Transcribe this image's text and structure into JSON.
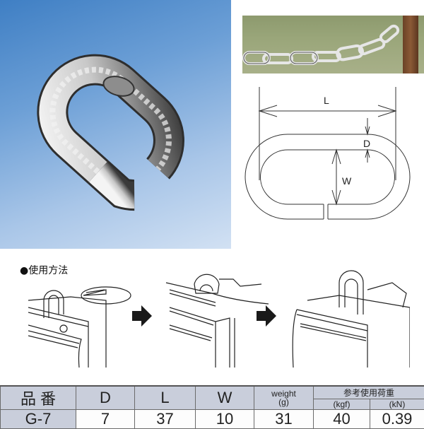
{
  "product_photo": {
    "subject": "c-link-chain-connector",
    "background_color": "#6c9fd6"
  },
  "chain_photo": {
    "subject": "chain-on-wooden-post"
  },
  "dimension_diagram": {
    "labels": {
      "length": "L",
      "diameter": "D",
      "width": "W"
    }
  },
  "usage": {
    "title": "●使用方法",
    "steps": [
      {
        "name": "step-1-open-link"
      },
      {
        "name": "step-2-hook-and-close"
      },
      {
        "name": "step-3-fastened"
      }
    ],
    "arrow_icon": "right-arrow"
  },
  "spec_table": {
    "headers": {
      "model": "品 番",
      "d": "D",
      "l": "L",
      "w": "W",
      "weight": "weight",
      "weight_unit": "(g)",
      "load_group": "参考使用荷重",
      "load_kgf": "(kgf)",
      "load_kn": "(kN)"
    },
    "rows": [
      {
        "model": "G-7",
        "d": "7",
        "l": "37",
        "w": "10",
        "weight": "31",
        "kgf": "40",
        "kn": "0.39"
      }
    ]
  },
  "colors": {
    "header_bg": "#c9cedb",
    "border": "#6b6b6b",
    "photo_blue": "#3f7fc4"
  }
}
